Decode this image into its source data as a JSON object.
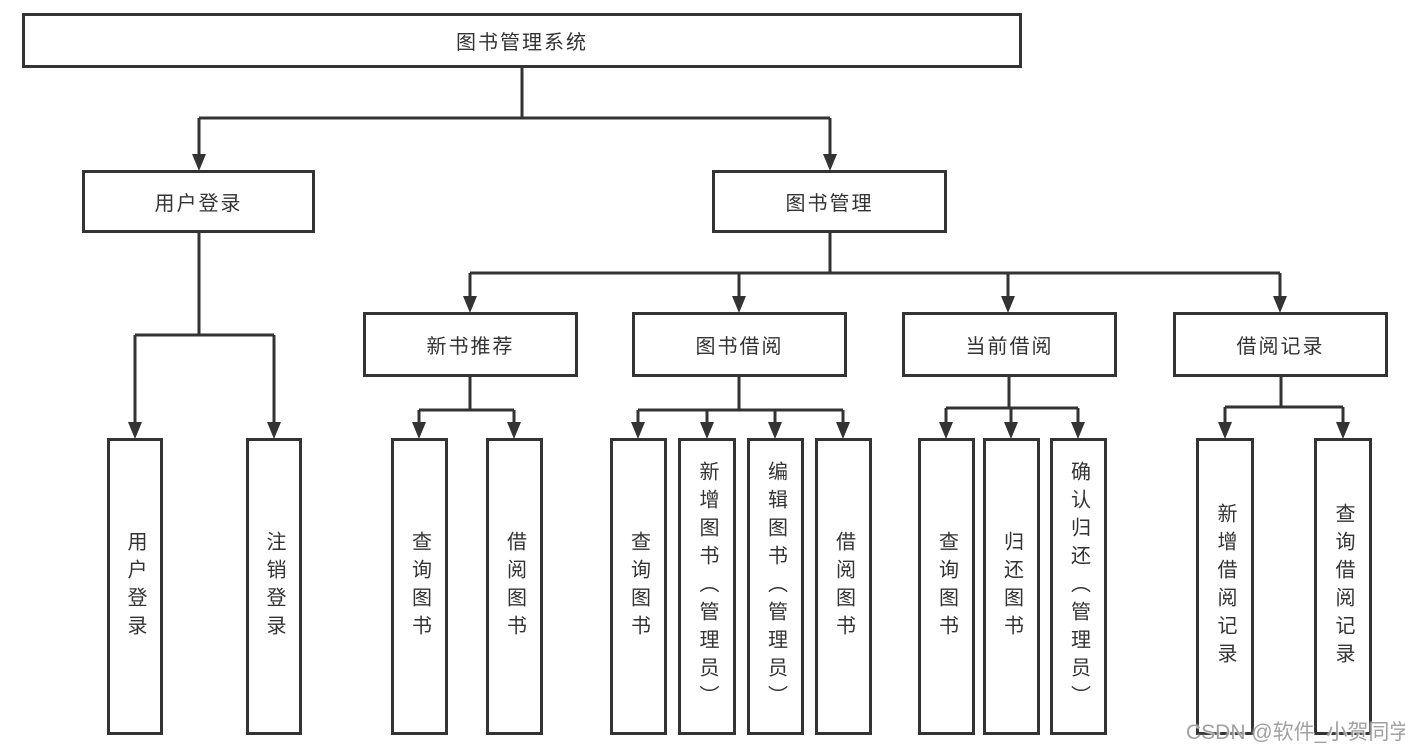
{
  "diagram": {
    "title": "图书管理系统",
    "level2": {
      "user_login": "用户登录",
      "book_management": "图书管理"
    },
    "level3": {
      "new_book_recommend": "新书推荐",
      "book_borrow": "图书借阅",
      "current_borrow": "当前借阅",
      "borrow_records": "借阅记录"
    },
    "leaves": {
      "user_login": {
        "login": "用户登录",
        "logout": "注销登录"
      },
      "new_book_recommend": {
        "query": "查询图书",
        "borrow": "借阅图书"
      },
      "book_borrow": {
        "query": "查询图书",
        "add": "新增图书（管理员）",
        "edit": "编辑图书（管理员）",
        "borrow": "借阅图书"
      },
      "current_borrow": {
        "query": "查询图书",
        "return": "归还图书",
        "confirm": "确认归还（管理员）"
      },
      "borrow_records": {
        "add": "新增借阅记录",
        "query": "查询借阅记录"
      }
    },
    "watermark": "CSDN @软件_小贺同学",
    "colors": {
      "line": "#333333",
      "text": "#333333",
      "background": "#ffffff",
      "watermark": "#919191"
    }
  }
}
